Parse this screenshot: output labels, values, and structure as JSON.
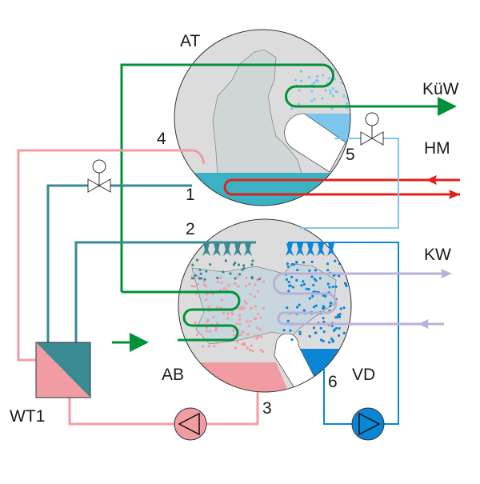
{
  "labels": {
    "absorber_top": "AT",
    "cooling_water_out": "KüW",
    "heating_medium": "HM",
    "cold_water": "KW",
    "absorber": "AB",
    "evaporator": "VD",
    "heat_exchanger": "WT1",
    "n1": "1",
    "n2": "2",
    "n3": "3",
    "n4": "4",
    "n5": "5",
    "n6": "6"
  },
  "colors": {
    "green": "#00913a",
    "red": "#e3211c",
    "pink": "#f19ca2",
    "teal": "#3a8a94",
    "blue": "#0b86d6",
    "light_blue": "#7cc6ee",
    "lavender": "#b7b0d8",
    "vessel": "#dcdcdc",
    "liquid_teal": "#3ab2c3"
  }
}
